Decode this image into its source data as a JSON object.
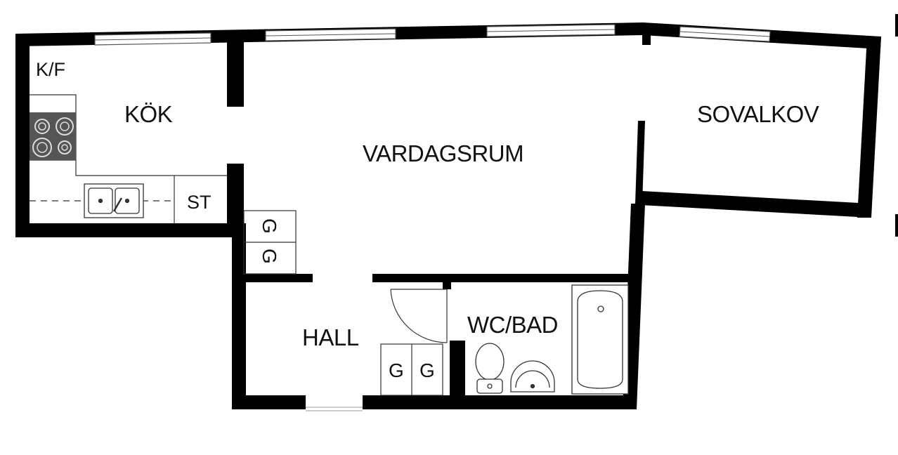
{
  "rooms": {
    "kok": "KÖK",
    "vardagsrum": "VARDAGSRUM",
    "sovalkov": "SOVALKOV",
    "hall": "HALL",
    "wc_bad": "WC/BAD"
  },
  "fixtures": {
    "kf": "K/F",
    "st": "ST",
    "closet_g": "G"
  },
  "colors": {
    "wall": "#000000",
    "line": "#333333",
    "window_fill": "#ffffff",
    "background": "#ffffff"
  }
}
